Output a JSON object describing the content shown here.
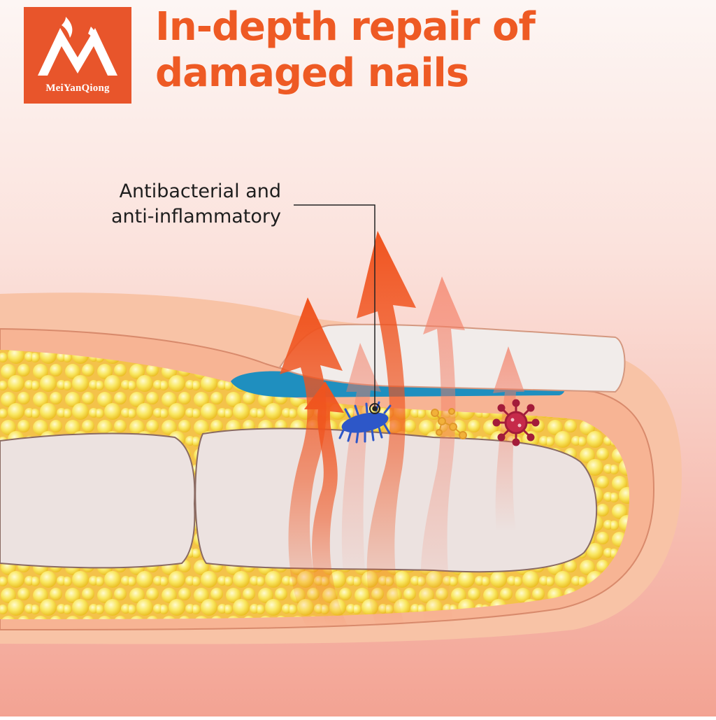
{
  "brand": {
    "name": "MeiYanQiong",
    "color": "#e8552b"
  },
  "headline": {
    "line1": "In-depth repair of",
    "line2": "damaged nails",
    "color": "#ee5a24"
  },
  "callout": {
    "line1": "Antibacterial and",
    "line2": "anti-inflammatory"
  },
  "palette": {
    "background_top": "#fdf5f3",
    "background_bottom": "#f3a596",
    "skin": "#f6bb9c",
    "fat_globules": "#f7e04a",
    "bone": "#ece2e0",
    "nail": "#f1ecea",
    "nail_bed": "#1f8fbf",
    "heat_arrows": "#f0531e"
  },
  "icons": [
    "logo-m-icon",
    "bacteria-icon",
    "microbe-cluster-icon",
    "virus-icon",
    "heat-arrow-icon"
  ]
}
